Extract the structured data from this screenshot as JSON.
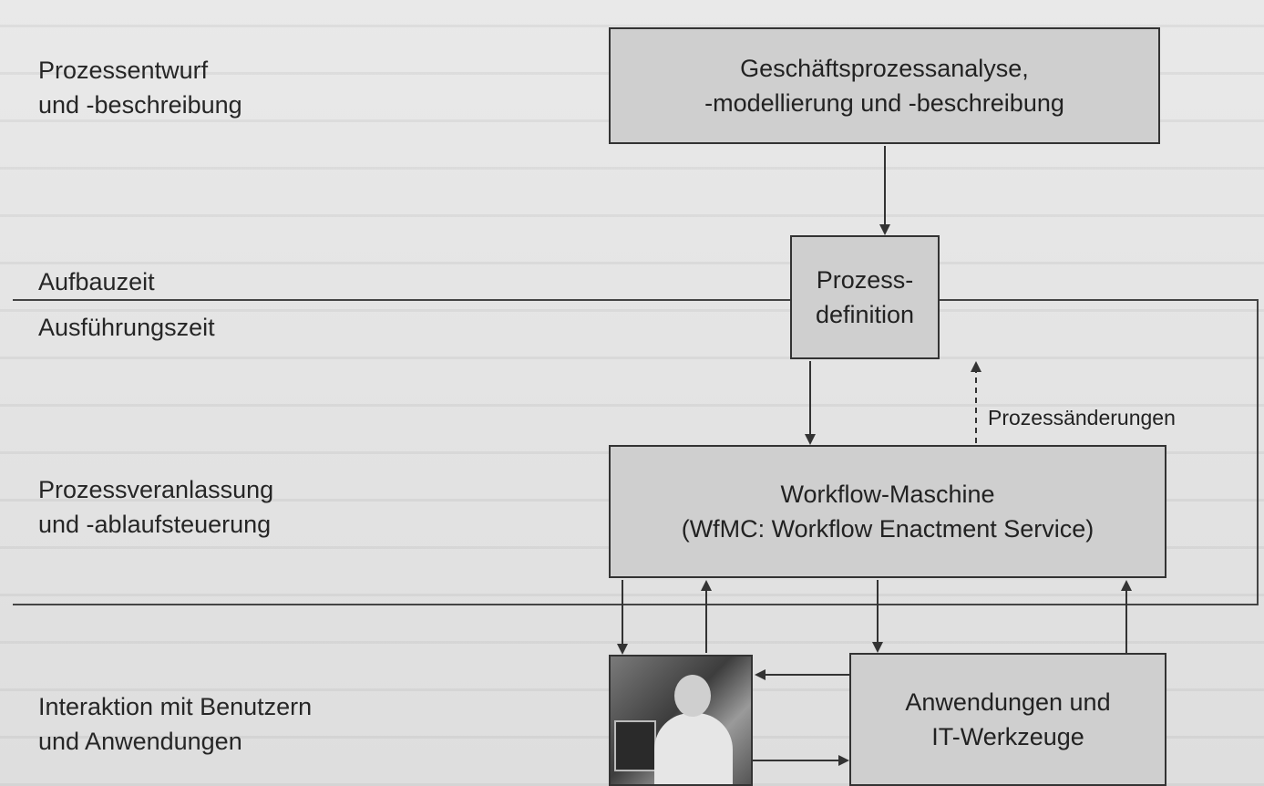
{
  "labels": {
    "design": "Prozessentwurf\nund -beschreibung",
    "buildtime": "Aufbauzeit",
    "runtime": "Ausführungszeit",
    "control": "Prozessveranlassung\nund -ablaufsteuerung",
    "interaction": "Interaktion mit Benutzern\nund Anwendungen"
  },
  "boxes": {
    "analysis": "Geschäftsprozessanalyse,\n-modellierung und -beschreibung",
    "definition": "Prozess-\ndefinition",
    "engine": "Workflow-Maschine\n(WfMC: Workflow Enactment Service)",
    "apps": "Anwendungen und\nIT-Werkzeuge"
  },
  "annotations": {
    "changes": "Prozessänderungen"
  }
}
